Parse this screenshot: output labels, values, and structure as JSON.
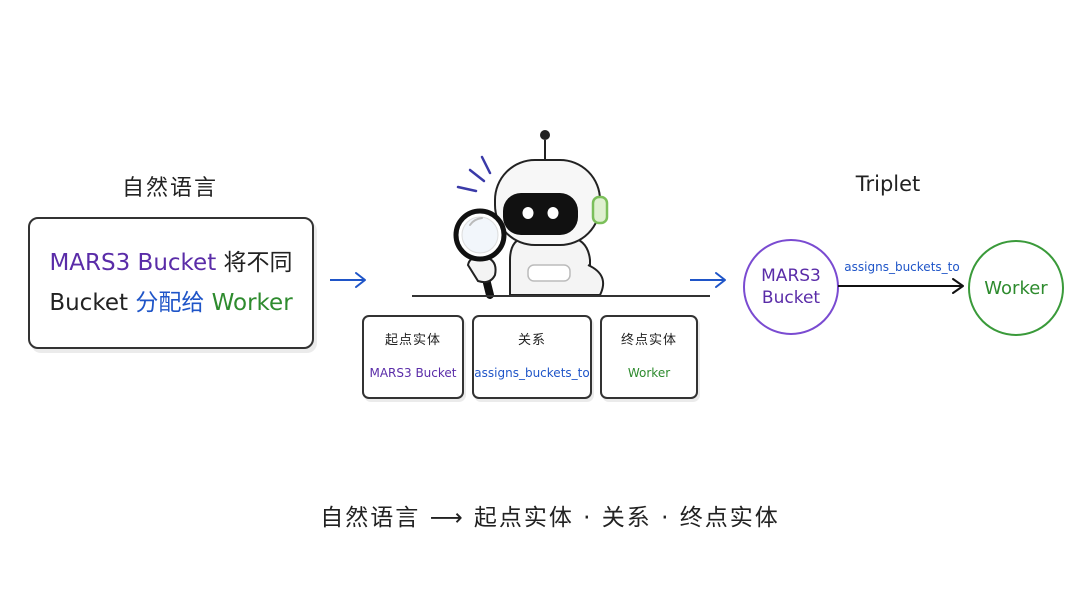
{
  "natural_language": {
    "title": "自然语言",
    "line1_entity": "MARS3 Bucket",
    "line1_rest": "将不同",
    "line2_word": "Bucket",
    "line2_relation": "分配给",
    "line2_entity": "Worker"
  },
  "cards": [
    {
      "header": "起点实体",
      "value": "MARS3 Bucket",
      "color": "#5a2ca8"
    },
    {
      "header": "关系",
      "value": "assigns_buckets_to",
      "color": "#1f55c8"
    },
    {
      "header": "终点实体",
      "value": "Worker",
      "color": "#2e8b2e"
    }
  ],
  "triplet": {
    "title": "Triplet",
    "source": "MARS3\nBucket",
    "relation": "assigns_buckets_to",
    "target": "Worker"
  },
  "footer": {
    "text": "自然语言 ⟶ 起点实体 · 关系 · 终点实体"
  },
  "colors": {
    "purple": "#5a2ca8",
    "blue": "#1f55c8",
    "green": "#2e8b2e",
    "robot_accent": "#7bbf5a"
  }
}
